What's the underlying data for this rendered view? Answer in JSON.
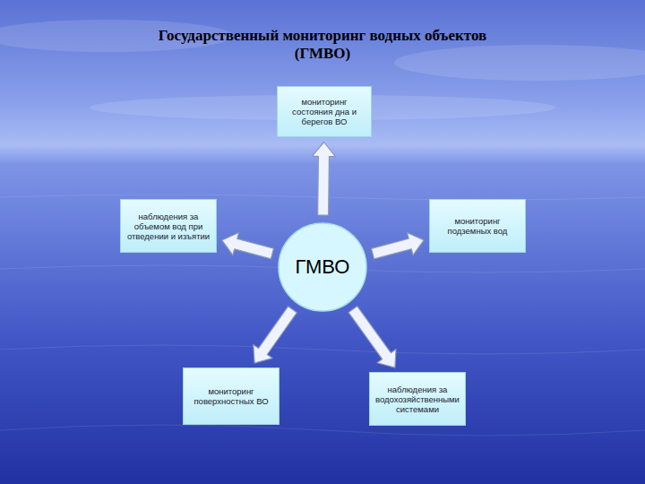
{
  "diagram": {
    "title": "Государственный мониторинг водных объектов (ГМВО)",
    "nodes": [
      {
        "text": [
          "мониторинг состояния дна и берегов ВО"
        ]
      },
      {
        "text": [
          "наблюдения за объемом вод при отведении и изъятии"
        ]
      },
      {
        "text": [
          "мониторинг подземных вод"
        ]
      },
      {
        "text": [
          "ГМВО"
        ]
      },
      {
        "text": [
          "мониторинг поверхностных ВО"
        ]
      },
      {
        "text": [
          "наблюдения за водохозяйственными системами"
        ]
      }
    ],
    "edges": [
      {
        "from": 3,
        "to": 0,
        "arrow": "to"
      },
      {
        "from": 3,
        "to": 1,
        "arrow": "to"
      },
      {
        "from": 3,
        "to": 2,
        "arrow": "to"
      },
      {
        "from": 3,
        "to": 4,
        "arrow": "to"
      },
      {
        "from": 3,
        "to": 5,
        "arrow": "to"
      }
    ]
  }
}
